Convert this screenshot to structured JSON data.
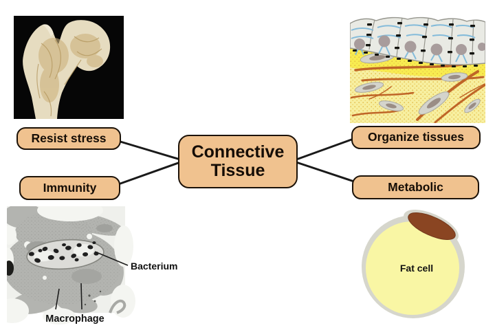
{
  "center_node": {
    "label": "Connective Tissue"
  },
  "nodes": [
    {
      "id": "resist-stress",
      "label": "Resist stress"
    },
    {
      "id": "immunity",
      "label": "Immunity"
    },
    {
      "id": "organize-tissues",
      "label": "Organize tissues"
    },
    {
      "id": "metabolic",
      "label": "Metabolic"
    }
  ],
  "figure_labels": {
    "bacterium": "Bacterium",
    "macrophage": "Macrophage",
    "fat_cell": "Fat cell"
  },
  "colors": {
    "node_fill": "#f0c28f",
    "node_border": "#1c1208",
    "connector": "#1a1a1a",
    "text": "#150d06",
    "bone_bg": "#060606",
    "bone_fill": "#e6dcc0",
    "matrix_yellow": "#f7efa0",
    "matrix_bright": "#f8ec50",
    "fiber_orange": "#bf6527",
    "epithelium_fill": "#e9eae4",
    "epithelium_blue": "#7fb9da",
    "nucleus_gray": "#a89c9c",
    "micrograph_gray": "#b3b4b0",
    "fat_cell_yellow": "#f9f6a4",
    "fat_cell_rim": "#d6d6cc",
    "fat_nucleus_brown": "#8a4522"
  }
}
